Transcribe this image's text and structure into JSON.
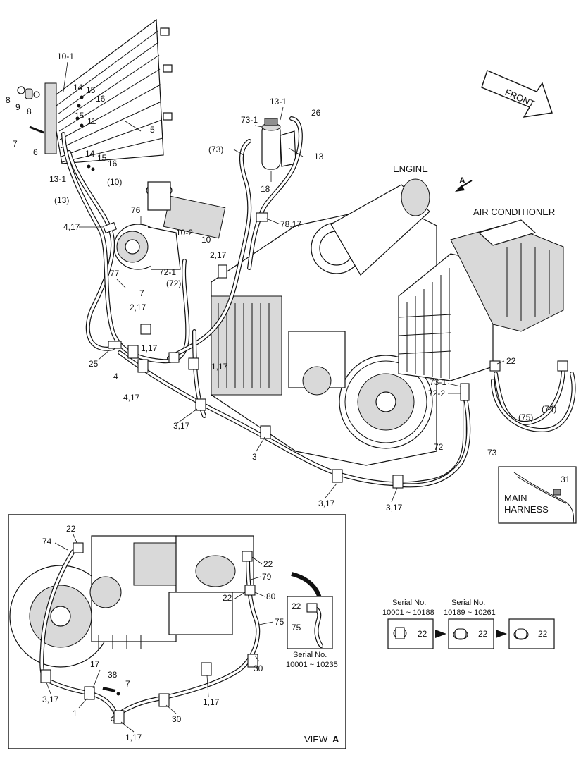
{
  "arrow_front": "FRONT",
  "headers": {
    "engine": "ENGINE",
    "air_conditioner": "AIR CONDITIONER",
    "view_arrow": "A",
    "view_a_prefix": "VIEW",
    "view_a_letter": "A"
  },
  "main_harness": {
    "line1": "MAIN",
    "line2": "HARNESS",
    "part": "31"
  },
  "inset_note": {
    "top": "22",
    "bottom": "75",
    "serial_label": "Serial No.",
    "serial_range": "10001 ~ 10235"
  },
  "serial_sequence": [
    {
      "label": "",
      "range": "",
      "part": "22"
    },
    {
      "label": "Serial No.",
      "range": "10001 ~ 10188",
      "part": "22"
    },
    {
      "label": "Serial No.",
      "range": "10189 ~ 10261",
      "part": "22"
    }
  ],
  "callouts": [
    "10-1",
    "8",
    "9",
    "8",
    "14",
    "15",
    "16",
    "15",
    "11",
    "7",
    "6",
    "5",
    "14",
    "15",
    "16",
    "13-1",
    "(10)",
    "(13)",
    "13-1",
    "73-1",
    "26",
    "(73)",
    "13",
    "18",
    "76",
    "4,17",
    "78,17",
    "10-2",
    "10",
    "2,17",
    "77",
    "72-1",
    "(72)",
    "7",
    "2,17",
    "25",
    "1,17",
    "4",
    "4,17",
    "1,17",
    "3,17",
    "3",
    "3,17",
    "3,17",
    "22",
    "73-1",
    "72-2",
    "(74)",
    "(75)",
    "72",
    "73",
    "22",
    "74",
    "22",
    "79",
    "22",
    "80",
    "75",
    "17",
    "38",
    "7",
    "30",
    "3,17",
    "1",
    "1,17",
    "30",
    "1,17"
  ]
}
